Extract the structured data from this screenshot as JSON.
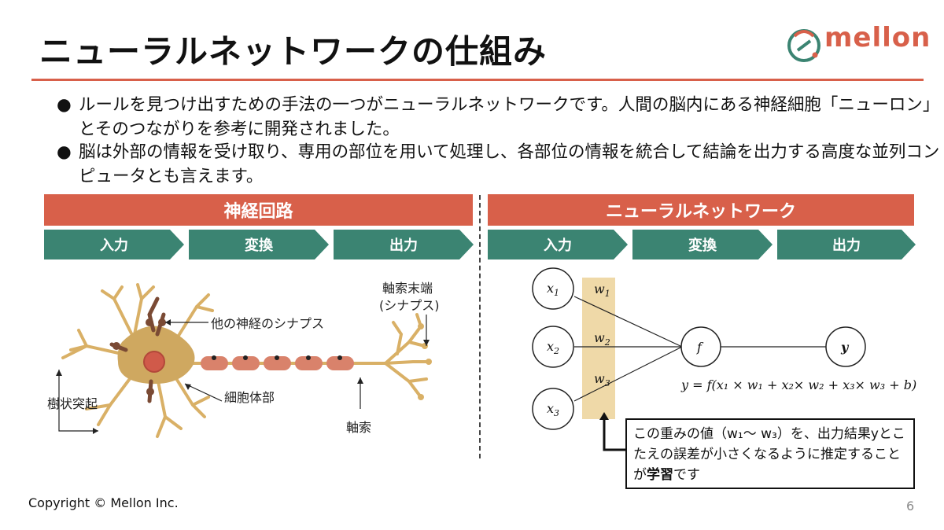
{
  "slide": {
    "title": "ニューラルネットワークの仕組み",
    "logo_text": "mellon",
    "bullets": [
      "ルールを見つけ出すための手法の一つがニューラルネットワークです。人間の脳内にある神経細胞「ニューロン」とそのつながりを参考に開発されました。",
      "脳は外部の情報を受け取り、専用の部位を用いて処理し、各部位の情報を統合して結論を出力する高度な並列コンピュータとも言えます。"
    ],
    "bullet_marker": "●",
    "left_panel": {
      "banner": "神経回路",
      "steps": [
        "入力",
        "変換",
        "出力"
      ],
      "labels": {
        "other_synapse": "他の神経のシナプス",
        "axon_terminal_1": "軸索末端",
        "axon_terminal_2": "(シナプス)",
        "dendrite": "樹状突起",
        "cell_body": "細胞体部",
        "axon": "軸索"
      }
    },
    "right_panel": {
      "banner": "ニューラルネットワーク",
      "steps": [
        "入力",
        "変換",
        "出力"
      ],
      "nodes": {
        "x1": "x",
        "x1_sub": "1",
        "x2": "x",
        "x2_sub": "2",
        "x3": "x",
        "x3_sub": "3",
        "f": "f",
        "y": "y"
      },
      "weights": [
        {
          "w": "w",
          "sub": "1"
        },
        {
          "w": "w",
          "sub": "2"
        },
        {
          "w": "w",
          "sub": "3"
        }
      ],
      "formula": "y = f(x₁ × w₁ + x₂× w₂ + x₃× w₃ + b)",
      "callout_text_1": "この重みの値（w₁～ w₃）を、出力結果yとこたえの誤差が小さくなるように推定することが",
      "callout_bold": "学習",
      "callout_text_2": "です"
    },
    "footer": {
      "copyright": "Copyright © Mellon Inc.",
      "page_number": "6"
    },
    "colors": {
      "accent": "#d8604a",
      "teal": "#3b8472",
      "weight_band": "#efd9a8",
      "cell_body": "#cfa860",
      "axon_segment": "#d9826b"
    }
  }
}
